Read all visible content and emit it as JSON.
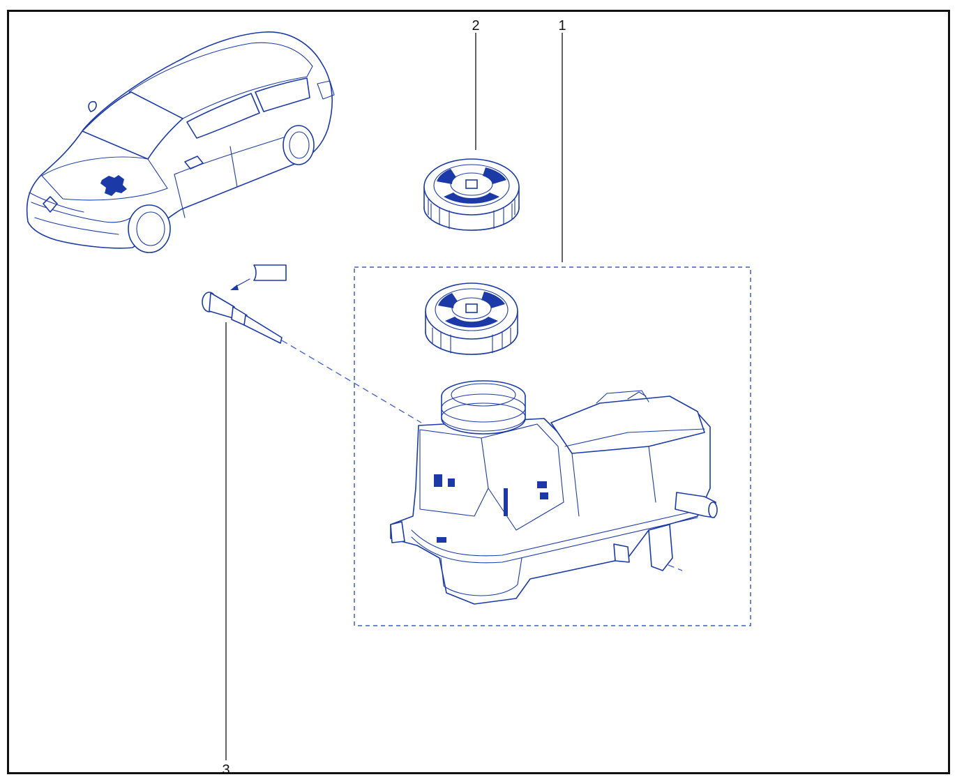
{
  "callouts": {
    "part_1": "1",
    "part_2": "2",
    "part_3": "3"
  },
  "colors": {
    "line": "#1b3aa8",
    "leader": "#111111",
    "frame": "#111111"
  },
  "icons": {
    "vehicle": "car-icon",
    "cap": "reservoir-cap-icon",
    "reservoir": "expansion-tank-icon",
    "sensor": "level-sensor-icon",
    "label": "sticker-label-icon"
  }
}
